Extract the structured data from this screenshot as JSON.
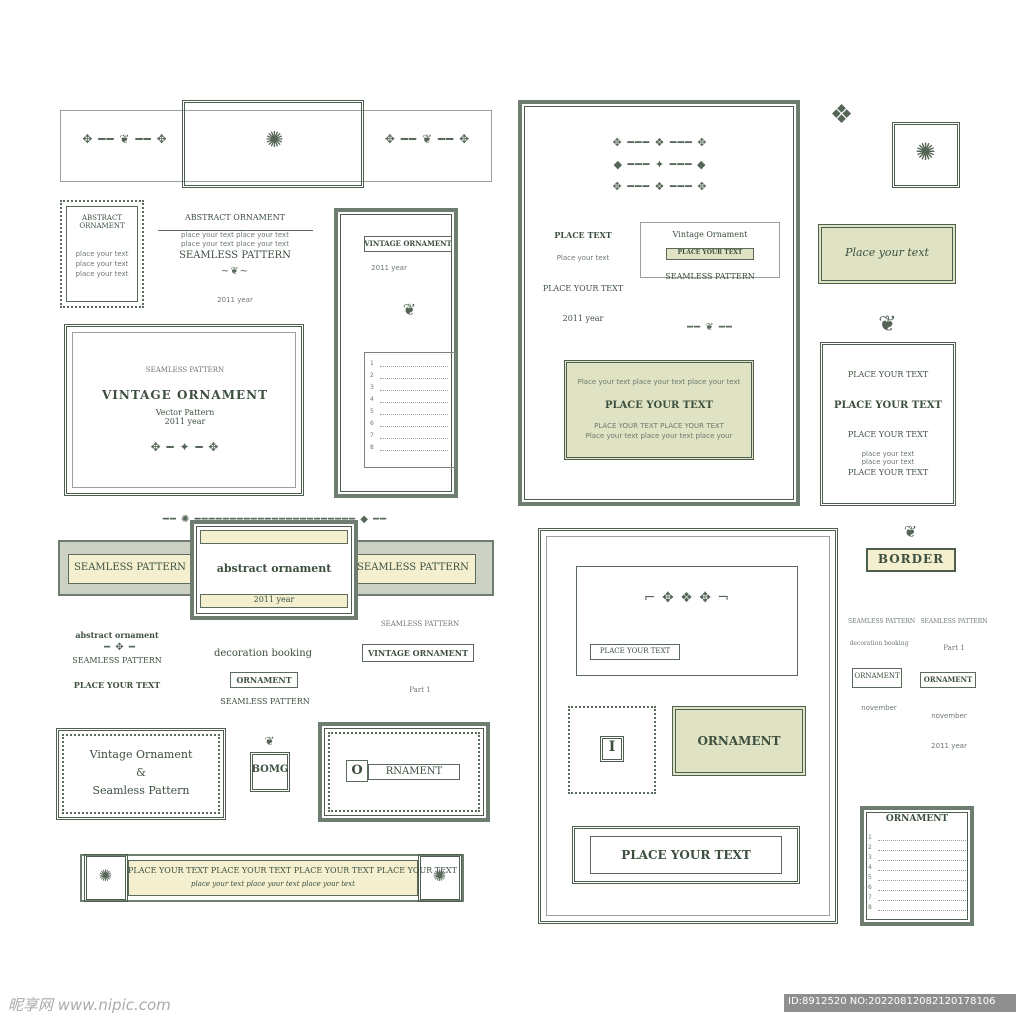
{
  "tl_panel": {
    "abstract_ornament": "ABSTRACT\nORNAMENT",
    "place_text": "place your text",
    "abstract_ornament_banner": "ABSTRACT ORNAMENT",
    "place_text_long": "place your text place your text",
    "seamless_pattern": "SEAMLESS PATTERN",
    "year_small": "2011 year",
    "seamless_pattern_small": "SEAMLESS PATTERN",
    "vintage_ornament": "VINTAGE ORNAMENT",
    "vector_pattern": "Vector Pattern",
    "year": "2011 year",
    "vintage_ornament_tag": "VINTAGE ORNAMENT"
  },
  "tr_panel": {
    "place_text": "PLACE TEXT",
    "place_your_text_small": "Place your text",
    "place_your_text": "PLACE YOUR TEXT",
    "year": "2011 year",
    "vintage_ornament": "Vintage Ornament",
    "ornament_tag": "PLACE YOUR TEXT",
    "seamless_pattern": "SEAMLESS PATTERN",
    "box_line1": "Place your text place your text place your text",
    "box_title": "PLACE YOUR TEXT",
    "box_line2": "PLACE YOUR TEXT PLACE YOUR TEXT",
    "box_line3": "Place your text place your text place your",
    "place_your_text_script": "Place your text",
    "side_place1": "PLACE YOUR TEXT",
    "side_place_bold": "PLACE YOUR TEXT",
    "side_place2": "PLACE YOUR TEXT",
    "side_small": "place your text",
    "side_place3": "PLACE YOUR TEXT"
  },
  "bl_panel": {
    "seamless_pattern_left": "SEAMLESS PATTERN",
    "abstract_ornament": "abstract ornament",
    "year": "2011 year",
    "seamless_pattern_right": "SEAMLESS PATTERN",
    "abstract_ornament_small": "abstract ornament",
    "seamless_pattern_mid": "SEAMLESS PATTERN",
    "place_your_text": "PLACE YOUR TEXT",
    "decoration_booking": "decoration booking",
    "ornament": "ORNAMENT",
    "seamless_pattern_lower": "SEAMLESS PATTERN",
    "seamless_pattern_top": "SEAMLESS PATTERN",
    "vintage_ornament": "VINTAGE ORNAMENT",
    "part": "Part 1",
    "vintage_line1": "Vintage Ornament",
    "vintage_amp": "&",
    "vintage_line2": "Seamless Pattern",
    "bomg": "BOMG",
    "ornament_banner": "RNAMENT",
    "ornament_initial": "O",
    "banner_line1": "PLACE YOUR TEXT PLACE YOUR TEXT PLACE YOUR TEXT PLACE YOUR TEXT",
    "banner_line2": "place your text place your text place your text"
  },
  "br_panel": {
    "place_your_text_small": "PLACE YOUR TEXT",
    "initial": "I",
    "ornament": "ORNAMENT",
    "place_your_text_big": "PLACE YOUR TEXT",
    "border": "BORDER",
    "seamless_pattern": "SEAMLESS PATTERN",
    "decoration_booking": "decoration booking",
    "seamless_pattern2": "SEAMLESS PATTERN",
    "part": "Part 1",
    "ornament_small": "ORNAMENT",
    "ornament_tag": "ORNAMENT",
    "november1": "november",
    "november2": "november",
    "year": "2011 year",
    "list_title": "ORNAMENT"
  },
  "list_numbers": [
    "1",
    "2",
    "3",
    "4",
    "5",
    "6",
    "7",
    "8"
  ],
  "footer": {
    "logo": "昵享网 www.nipic.com",
    "id_text": "ID:8912520 NO:20220812082120178106"
  },
  "colors": {
    "ink": "#3d4f3f",
    "cream": "#f3efcf",
    "sage": "#dfe3c3"
  }
}
